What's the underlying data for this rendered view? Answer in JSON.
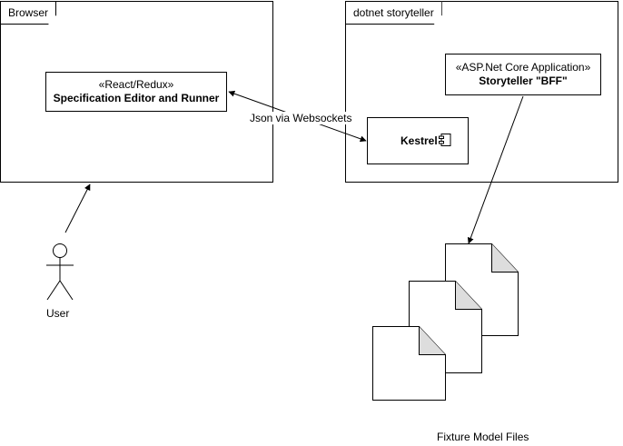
{
  "frames": {
    "browser": {
      "title": "Browser"
    },
    "storyteller": {
      "title": "dotnet storyteller"
    }
  },
  "components": {
    "editor": {
      "stereotype": "«React/Redux»",
      "name": "Specification Editor and Runner"
    },
    "bff": {
      "stereotype": "«ASP.Net Core Application»",
      "name": "Storyteller \"BFF\""
    },
    "kestrel": {
      "name": "Kestrel",
      "icon": "component-icon"
    }
  },
  "connectors": {
    "websockets": {
      "label": "Json via Websockets"
    }
  },
  "actors": {
    "user": {
      "label": "User",
      "icon": "actor-icon"
    }
  },
  "files": {
    "label": "Fixture Model Files",
    "icon": "document-icon"
  }
}
